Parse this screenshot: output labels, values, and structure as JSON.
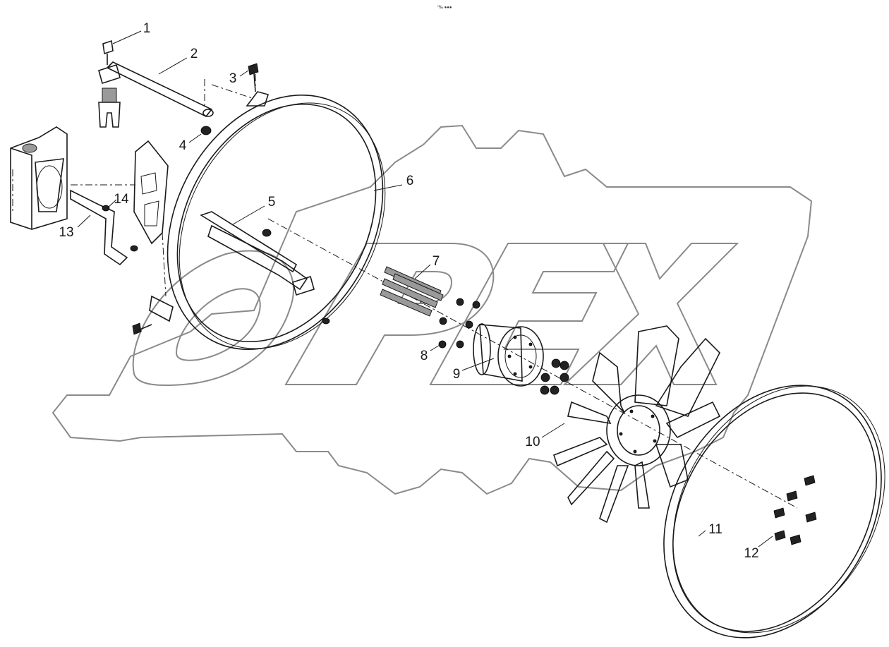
{
  "figure": {
    "reference_code": "°‰ ●●●",
    "watermark_text": "OPEX"
  },
  "callouts": [
    {
      "id": "c1",
      "label": "1"
    },
    {
      "id": "c2",
      "label": "2"
    },
    {
      "id": "c3",
      "label": "3"
    },
    {
      "id": "c4",
      "label": "4"
    },
    {
      "id": "c5",
      "label": "5"
    },
    {
      "id": "c6",
      "label": "6"
    },
    {
      "id": "c7",
      "label": "7"
    },
    {
      "id": "c8",
      "label": "8"
    },
    {
      "id": "c9",
      "label": "9"
    },
    {
      "id": "c10",
      "label": "10"
    },
    {
      "id": "c11",
      "label": "11"
    },
    {
      "id": "c12",
      "label": "12"
    },
    {
      "id": "c13",
      "label": "13"
    },
    {
      "id": "c14",
      "label": "14"
    }
  ],
  "colors": {
    "line": "#1a1a1a",
    "watermark": "#8a8a8a",
    "background": "#ffffff"
  }
}
